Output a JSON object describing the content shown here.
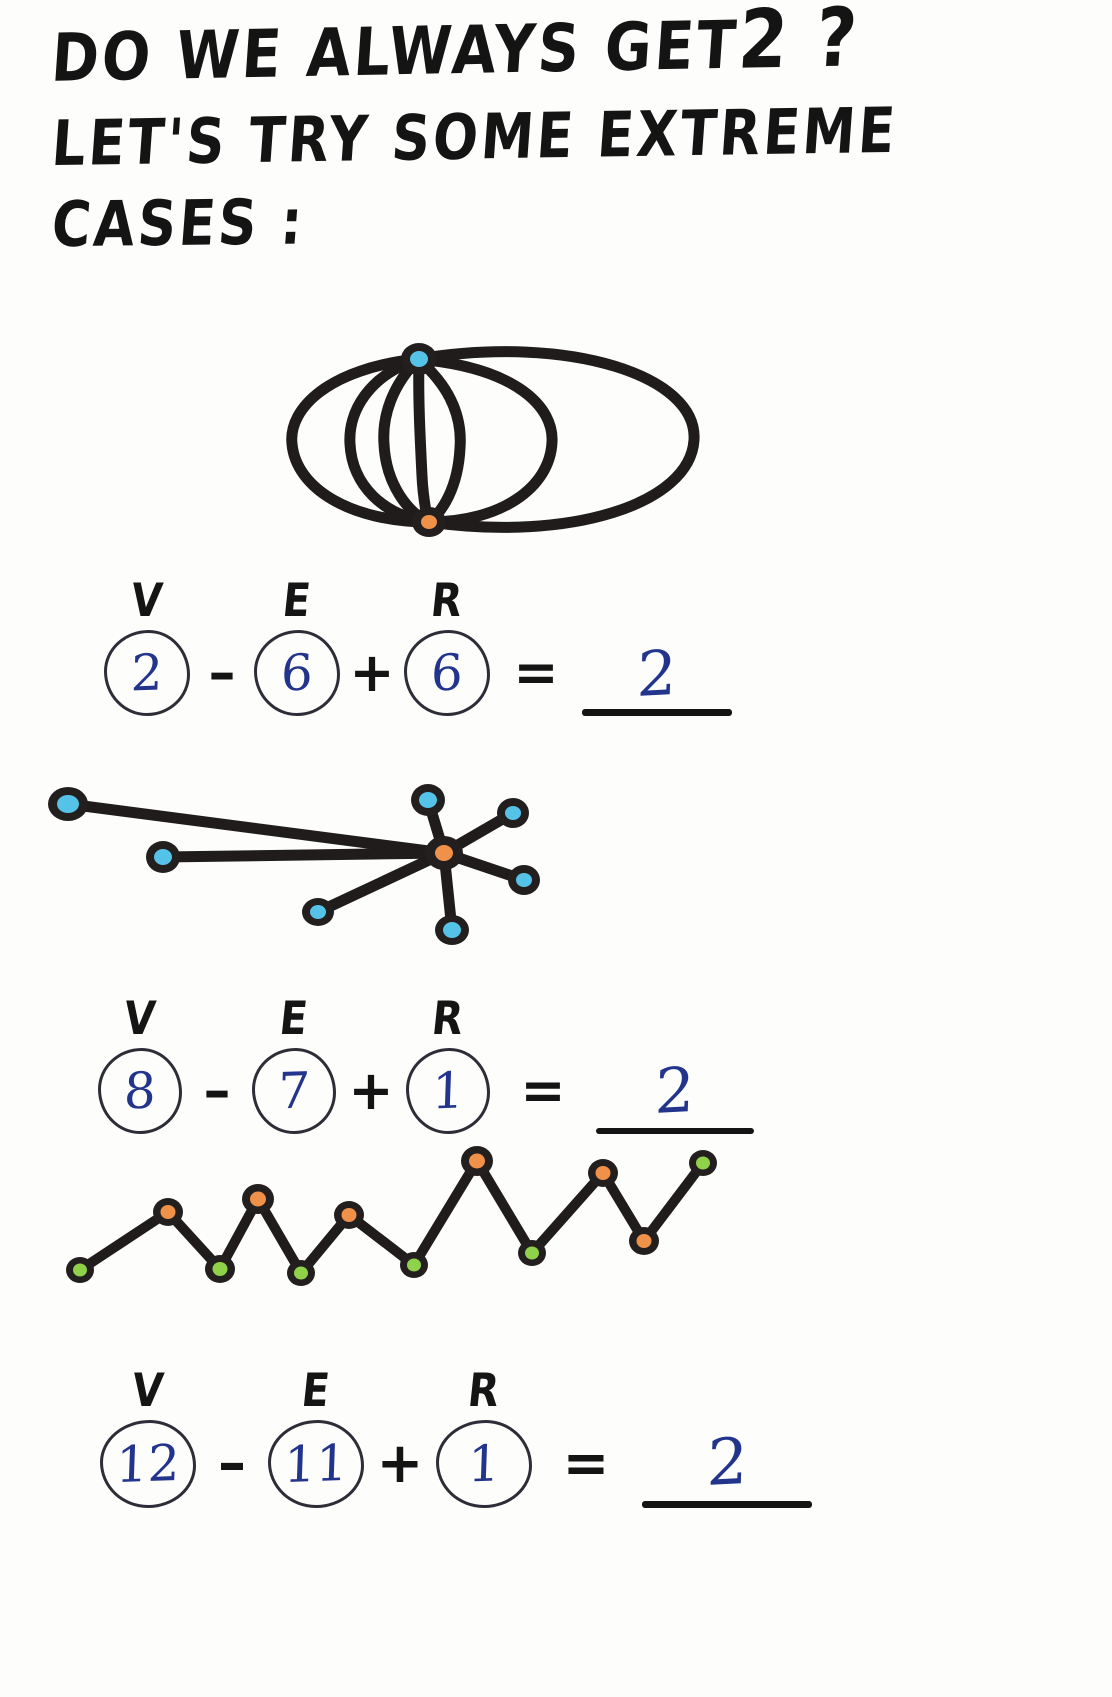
{
  "heading": {
    "line1_prefix": "DO WE ALWAYS GET",
    "line1_number": "2 ?",
    "line2": "LET'S TRY SOME EXTREME",
    "line3": "CASES :"
  },
  "colors": {
    "ink_black": "#1a1a1a",
    "pen_blue": "#22348c",
    "vertex_blue": "#55c3e8",
    "vertex_orange": "#f0914a",
    "vertex_green": "#8fd24a",
    "paper": "#fdfdfc"
  },
  "examples": [
    {
      "id": "theta-multigraph",
      "figure_name": "theta-multigraph-figure",
      "description": "Two vertices joined by six parallel curved edges forming six regions",
      "vertices": [
        {
          "label": "top",
          "color": "#55c3e8"
        },
        {
          "label": "bottom",
          "color": "#f0914a"
        }
      ],
      "equation": {
        "terms": [
          {
            "label": "V",
            "value": "2"
          },
          {
            "label": "E",
            "value": "6"
          },
          {
            "label": "R",
            "value": "6"
          }
        ],
        "op1": "–",
        "op2": "+",
        "equals": "=",
        "answer": "2"
      }
    },
    {
      "id": "star-tree",
      "figure_name": "star-tree-figure",
      "description": "Star graph: one orange hub with seven blue leaves, seven edges, one region",
      "vertices": [
        {
          "label": "hub",
          "color": "#f0914a"
        },
        {
          "label": "leaf",
          "color": "#55c3e8"
        }
      ],
      "equation": {
        "terms": [
          {
            "label": "V",
            "value": "8"
          },
          {
            "label": "E",
            "value": "7"
          },
          {
            "label": "R",
            "value": "1"
          }
        ],
        "op1": "–",
        "op2": "+",
        "equals": "=",
        "answer": "2"
      }
    },
    {
      "id": "zigzag-path",
      "figure_name": "zigzag-path-figure",
      "description": "Open zigzag path of twelve vertices alternating orange peaks and green valleys, eleven edges, one region",
      "vertices": [
        {
          "label": "peak",
          "color": "#f0914a"
        },
        {
          "label": "valley",
          "color": "#8fd24a"
        }
      ],
      "equation": {
        "terms": [
          {
            "label": "V",
            "value": "12"
          },
          {
            "label": "E",
            "value": "11"
          },
          {
            "label": "R",
            "value": "1"
          }
        ],
        "op1": "–",
        "op2": "+",
        "equals": "=",
        "answer": "2"
      }
    }
  ]
}
